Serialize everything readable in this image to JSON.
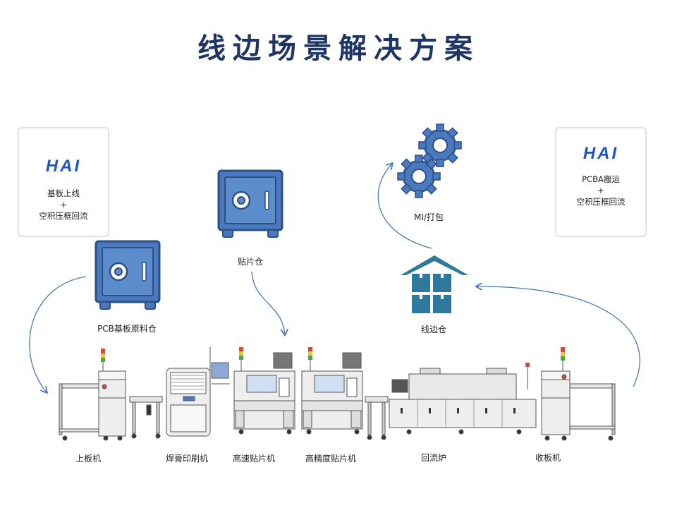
{
  "title": "线边场景解决方案",
  "cards": {
    "left": {
      "logo": "HAI",
      "line1": "基板上线",
      "line2": "+",
      "line3": "空积压框回流"
    },
    "right": {
      "logo": "HAI",
      "line1": "PCBA搬运",
      "line2": "+",
      "line3": "空积压框回流"
    }
  },
  "storage": {
    "pcb_warehouse": "PCB基板原料仓",
    "smt_warehouse": "贴片仓",
    "mi_pack": "MI/打包",
    "line_side_warehouse": "线边仓"
  },
  "machines": {
    "loader": "上板机",
    "printer": "焊膏印刷机",
    "high_speed_mounter": "高速贴片机",
    "high_precision_mounter": "高精度贴片机",
    "reflow_oven": "回流炉",
    "unloader": "收板机"
  },
  "colors": {
    "title": "#1e3566",
    "accent_blue": "#4a79bf",
    "logo_blue": "#1f55c4",
    "warehouse_teal": "#2f7a9c"
  }
}
